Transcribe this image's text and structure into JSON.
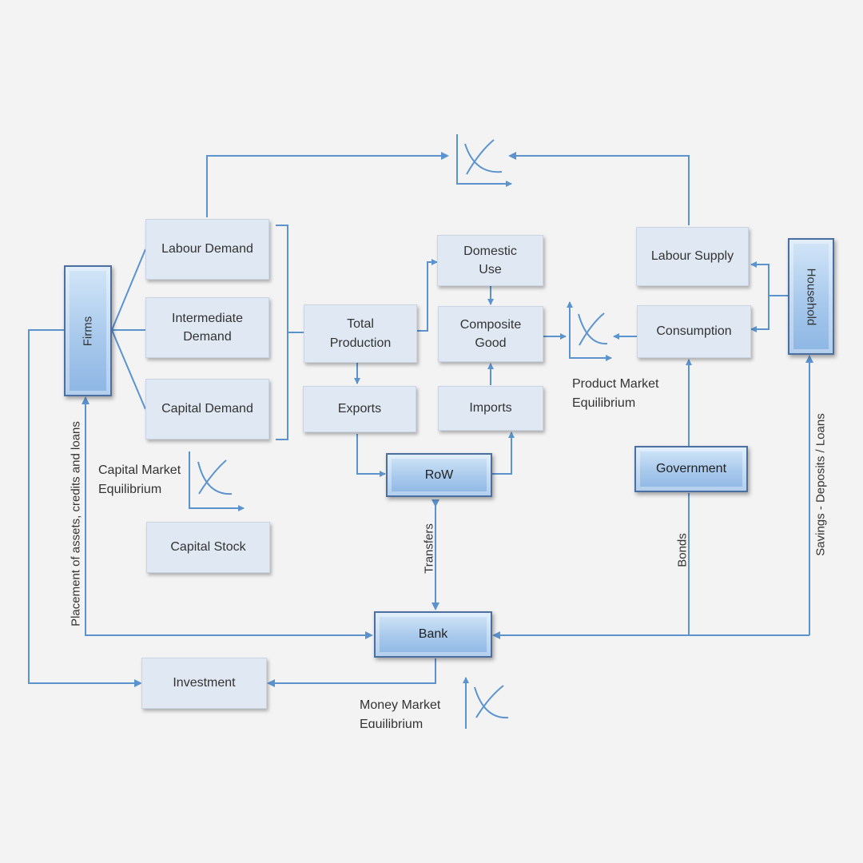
{
  "nodes": {
    "firms": "Firms",
    "household": "Household",
    "labour_demand": "Labour Demand",
    "intermediate_demand": "Intermediate\nDemand",
    "capital_demand": "Capital Demand",
    "capital_stock": "Capital Stock",
    "total_production": "Total\nProduction",
    "exports": "Exports",
    "domestic_use": "Domestic\nUse",
    "composite_good": "Composite\nGood",
    "imports": "Imports",
    "row": "RoW",
    "labour_supply": "Labour Supply",
    "consumption": "Consumption",
    "government": "Government",
    "bank": "Bank",
    "investment": "Investment"
  },
  "labels": {
    "capital_market": "Capital Market\nEquilibrium",
    "product_market": "Product Market\nEquilibrium",
    "money_market": "Money Market\nEquilibrium",
    "transfers": "Transfers",
    "bonds": "Bonds",
    "savings": "Savings - Deposits / Loans",
    "placement": "Placement of assets, credits and loans"
  },
  "colors": {
    "arrow": "#5b93cf",
    "box_fill": "#dfe8f3",
    "agent_fill": "#a8c9ec",
    "background": "#f3f3f3"
  }
}
